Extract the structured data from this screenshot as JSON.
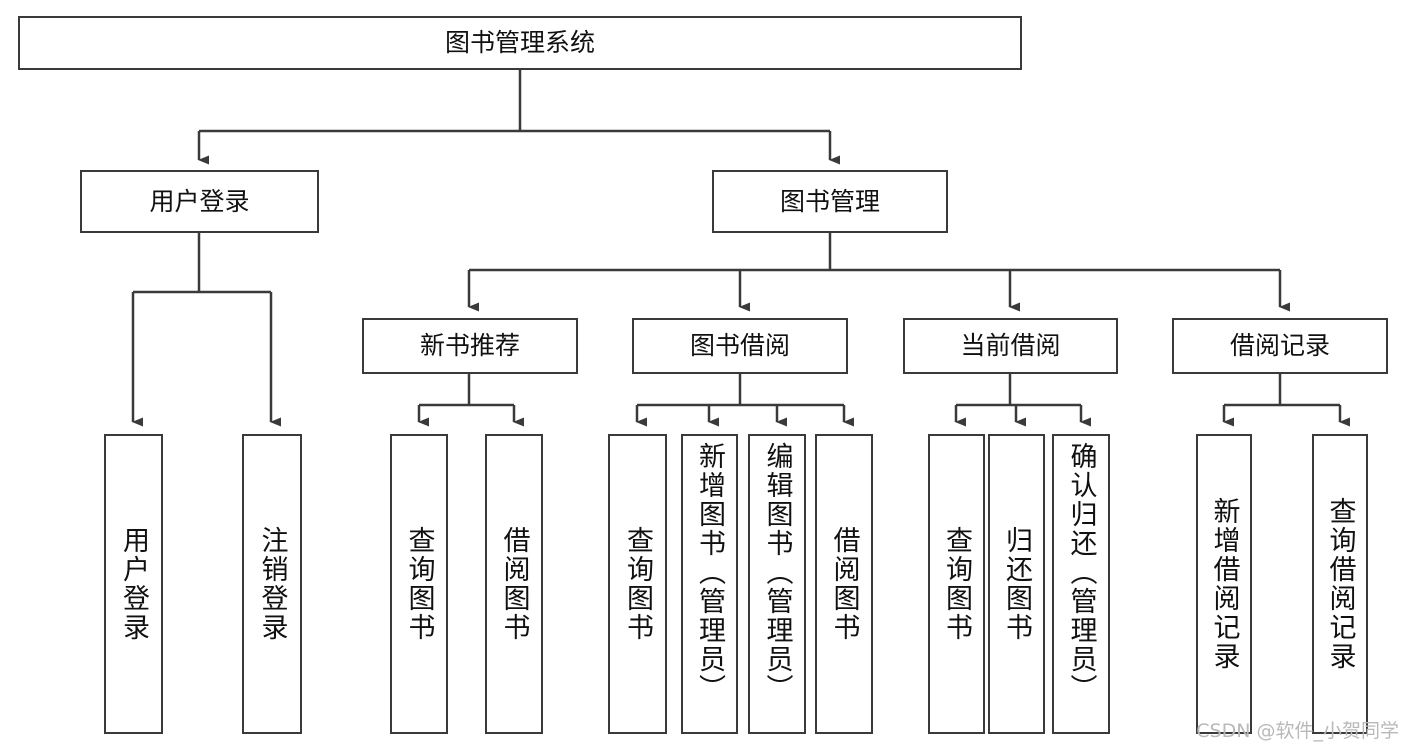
{
  "diagram": {
    "title": "图书管理系统",
    "type": "tree-hierarchy",
    "watermark": "CSDN @软件_小贺同学",
    "colors": {
      "box_border": "#3a3a3a",
      "box_fill": "#ffffff",
      "connector": "#3a3a3a",
      "text": "#111111",
      "watermark": "#b9b9b9",
      "background": "#ffffff"
    },
    "levels": {
      "root": {
        "label": "图书管理系统"
      },
      "level2": [
        {
          "label": "用户登录"
        },
        {
          "label": "图书管理"
        }
      ],
      "level3": [
        {
          "label": "新书推荐"
        },
        {
          "label": "图书借阅"
        },
        {
          "label": "当前借阅"
        },
        {
          "label": "借阅记录"
        }
      ],
      "leaves": {
        "user_login": [
          {
            "label": "用户登录"
          },
          {
            "label": "注销登录"
          }
        ],
        "new_book_recommend": [
          {
            "label": "查询图书"
          },
          {
            "label": "借阅图书"
          }
        ],
        "book_borrow": [
          {
            "label": "查询图书"
          },
          {
            "label": "新增图书（管理员）"
          },
          {
            "label": "编辑图书（管理员）"
          },
          {
            "label": "借阅图书"
          }
        ],
        "current_borrow": [
          {
            "label": "查询图书"
          },
          {
            "label": "归还图书"
          },
          {
            "label": "确认归还（管理员）"
          }
        ],
        "borrow_records": [
          {
            "label": "新增借阅记录"
          },
          {
            "label": "查询借阅记录"
          }
        ]
      }
    }
  }
}
